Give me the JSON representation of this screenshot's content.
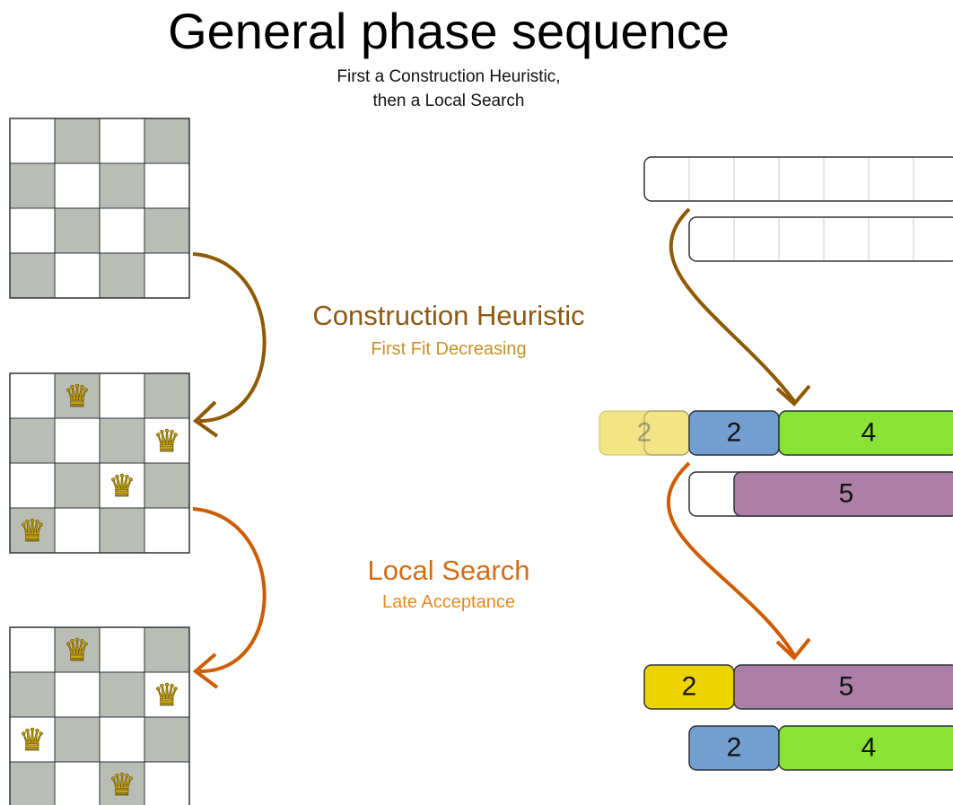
{
  "title": "General phase sequence",
  "subtitle": {
    "line1": "First a Construction Heuristic,",
    "line2": "then a Local Search"
  },
  "construction_phase": {
    "title": "Construction Heuristic",
    "algorithm": "First Fit Decreasing"
  },
  "local_search_phase": {
    "title": "Local Search",
    "algorithm": "Late Acceptance"
  },
  "queens_boards": [
    {
      "name": "empty-board",
      "size": 4,
      "queens": []
    },
    {
      "name": "constructed-board",
      "size": 4,
      "queens": [
        [
          0,
          1
        ],
        [
          1,
          3
        ],
        [
          2,
          2
        ],
        [
          3,
          0
        ]
      ]
    },
    {
      "name": "optimized-board",
      "size": 4,
      "queens": [
        [
          0,
          1
        ],
        [
          1,
          3
        ],
        [
          2,
          0
        ],
        [
          3,
          2
        ]
      ]
    }
  ],
  "bin_packing": {
    "constructed": {
      "bin1_items": [
        {
          "label": "2",
          "color": "#f2e27a",
          "ghost": true
        },
        {
          "label": "2",
          "color": "#729fcf"
        },
        {
          "label": "4",
          "color": "#8ae234"
        }
      ],
      "bin2_items": [
        {
          "label": "5",
          "color": "#ad7fa8"
        }
      ]
    },
    "optimized": {
      "bin1_items": [
        {
          "label": "2",
          "color": "#edd400"
        },
        {
          "label": "5",
          "color": "#ad7fa8"
        }
      ],
      "bin2_items": [
        {
          "label": "2",
          "color": "#729fcf"
        },
        {
          "label": "4",
          "color": "#8ae234"
        }
      ]
    }
  },
  "colors": {
    "construction_arrow": "#8f5902",
    "local_search_arrow": "#ce5c00",
    "board_dark": "#babdb6",
    "board_light": "#ffffff",
    "queen": "#c4a000"
  },
  "icons": {
    "queen": "queen-crown-icon"
  }
}
